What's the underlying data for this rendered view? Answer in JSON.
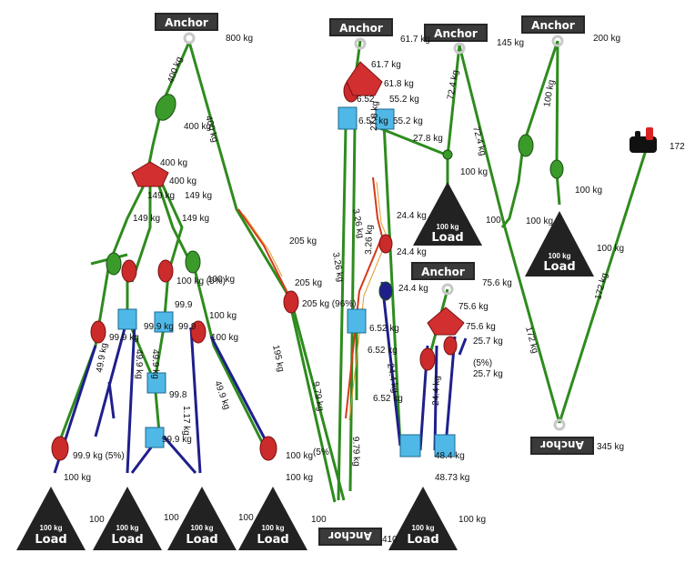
{
  "anchor_label": "Anchor",
  "load_label": "Load",
  "load_weight_label": "100 kg",
  "colors": {
    "green_rope": "#2e8b1e",
    "blue_rope": "#1f1f8c",
    "red_rope": "#d43a1a",
    "pulley": "#cc2b2b",
    "block": "#4fb8e6",
    "anchor_fill": "#262626"
  },
  "labels": {
    "a1_force": "800 kg",
    "a1_leg_l": "400 kg",
    "a1_leg_r": "400 kg",
    "a1_mid": "400 kg",
    "a1_m1": "400 kg",
    "a1_m2": "400 kg",
    "a1_r149a": "149 kg",
    "a1_r149b": "149 kg",
    "a1_l149": "149 kg",
    "a1_l149b": "149 kg",
    "a1_100a": "100 kg",
    "a1_100b": "100 kg",
    "a1_100c": "100 kg",
    "a1_100d": "100 kg",
    "a1_999a": "99.9 kg",
    "a1_999b": "99.9",
    "a1_999c": "99.9",
    "a1_999d": "99.9 kg",
    "a1_999e": "99.9 kg",
    "a1_499a": "49.9 kg",
    "a1_499b": "49.9 kg",
    "a1_499c": "49.9 kg",
    "a1_499d": "49.9 kg",
    "a1_998": "99.8",
    "a1_117": "1.17 kg",
    "a1_5pct": "100 kg (5%)",
    "a1_999pct": "99.9 kg (5%)",
    "a1_load100a": "100 kg",
    "a1_load100b": "100",
    "a1_load100c": "100",
    "a1_load100d": "100 kg",
    "a1_load100e": "100",
    "a1_load100f": "100 kg",
    "m_205a": "205 kg",
    "m_205b": "205 kg",
    "m_205c": "205 kg (96%)",
    "m_195": "195 kg",
    "m_100": "100 kg",
    "m_pct": "(5%",
    "m_load_left": "100",
    "a2_force": "61.7 kg",
    "a2_617": "61.7 kg",
    "a2_618": "61.8 kg",
    "a2_652": "6.52",
    "a2_552": "55.2 kg",
    "a2_652b": "6.52 kg",
    "a2_552b": "55.2 kg",
    "a2_278": "27.8 kg",
    "a2_278b": "27.8 kg",
    "a2_326a": "3.26 kg",
    "a2_326b": "3.26 kg",
    "a2_326c": "3.26 kg",
    "a2_652c": "6.52 kg",
    "a2_652d": "6.52 kg",
    "a2_652e": "6.52 kg",
    "a2_979": "9.79 kg",
    "a2_979b": "9.79 kg",
    "a2_244a": "24.4 kg",
    "a2_244b": "24.4 kg",
    "a2_244c": "24.4 kg",
    "a2_244d": "24.4 kg",
    "a3_force": "145 kg",
    "a3_724a": "72.4 kg",
    "a3_724b": "72.4 kg",
    "a3_100": "100 kg",
    "a3_100b": "100",
    "a4_force": "200 kg",
    "a4_100": "100 kg",
    "a4_100b": "100 kg",
    "a4_100c": "100 kg",
    "a4_100d": "100 kg",
    "a5_force": "75.6 kg",
    "a5_756": "75.6 kg",
    "a5_756b": "75.6 kg",
    "a5_257a": "25.7 kg",
    "a5_257b": "25.7 kg",
    "a5_pct": "(5%)",
    "a5_484": "48.4 kg",
    "a5_4873": "48.73 kg",
    "a5_244": "24.4 kg",
    "a5_load": "100 kg",
    "r_172a": "172 kg",
    "r_172b": "172 kg",
    "r_172c": "172",
    "b_anchor_force": "345 kg",
    "b2_anchor_force": "410"
  }
}
